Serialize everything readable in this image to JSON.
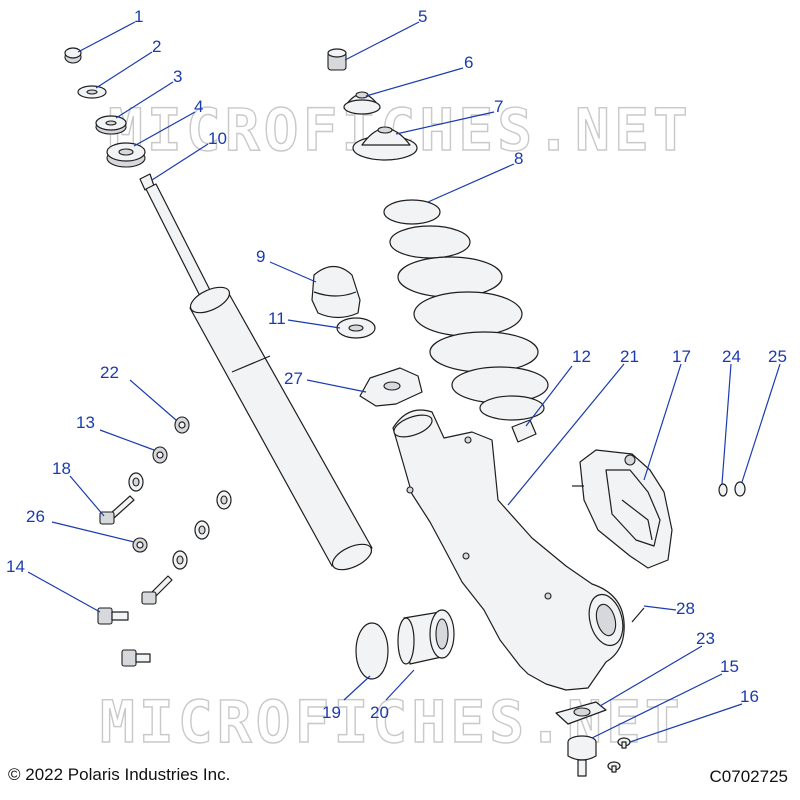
{
  "diagram": {
    "callouts": [
      "1",
      "2",
      "3",
      "4",
      "5",
      "6",
      "7",
      "8",
      "9",
      "10",
      "11",
      "12",
      "13",
      "14",
      "15",
      "16",
      "17",
      "18",
      "19",
      "20",
      "21",
      "22",
      "23",
      "24",
      "25",
      "26",
      "27",
      "28"
    ],
    "watermark": "MICROFICHES.NET",
    "copyright": "© 2022 Polaris Industries Inc.",
    "figure_code": "C0702725"
  }
}
